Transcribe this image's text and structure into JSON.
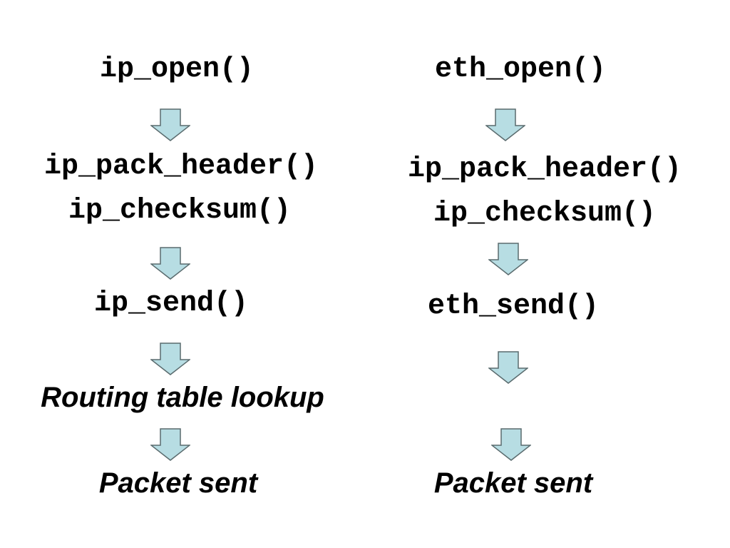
{
  "left_column": {
    "step1": "ip_open()",
    "step2_line1": "ip_pack_header()",
    "step2_line2": "ip_checksum()",
    "step3": "ip_send()",
    "step4": "Routing table lookup",
    "step5": "Packet sent"
  },
  "right_column": {
    "step1": "eth_open()",
    "step2_line1": "ip_pack_header()",
    "step2_line2": "ip_checksum()",
    "step3": "eth_send()",
    "step5": "Packet sent"
  },
  "colors": {
    "arrow_fill": "#b7dde3",
    "arrow_stroke": "#5a6b6e",
    "text": "#000000"
  },
  "icons": {
    "flow_arrow": "down-arrow-icon"
  }
}
